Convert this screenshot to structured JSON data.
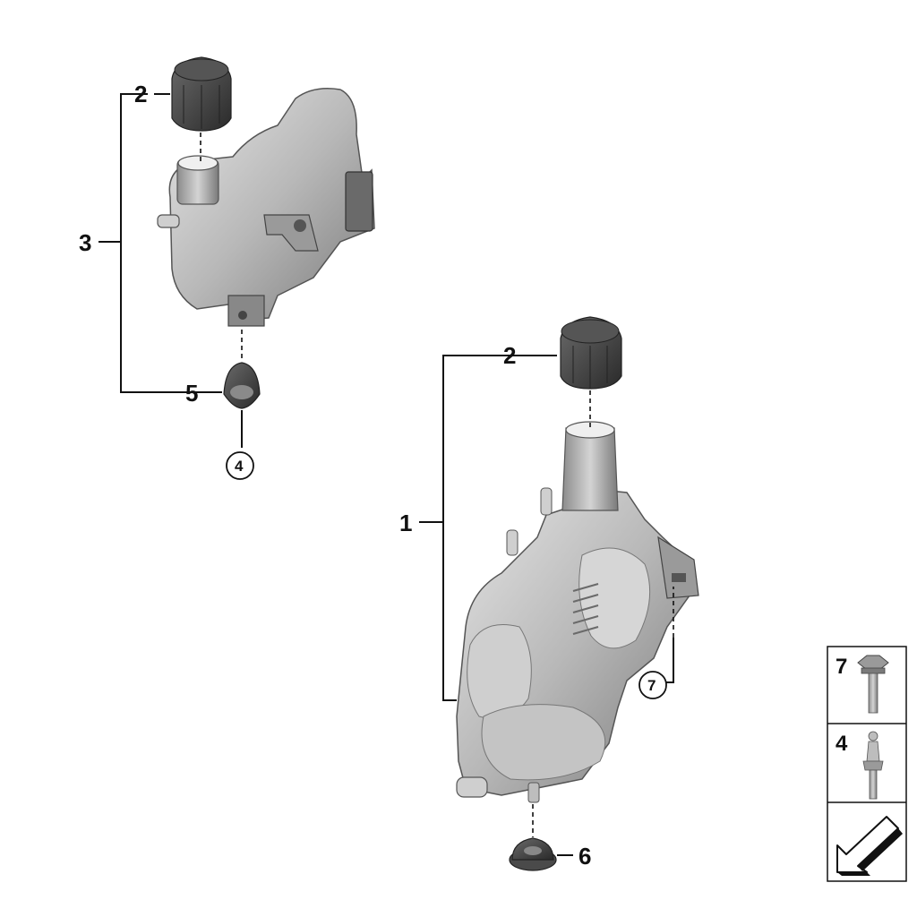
{
  "callouts": {
    "n1": "1",
    "n2_top": "2",
    "n2_mid": "2",
    "n3": "3",
    "n5": "5",
    "n6": "6",
    "n4_circle": "4",
    "n7_circle": "7"
  },
  "legend": {
    "item_a": "7",
    "item_b": "4"
  },
  "colors": {
    "part_light": "#d9d9d9",
    "part_mid": "#a6a6a6",
    "part_dark": "#5f5f5f",
    "cap_dark": "#3a3a3a",
    "line": "#111111"
  }
}
